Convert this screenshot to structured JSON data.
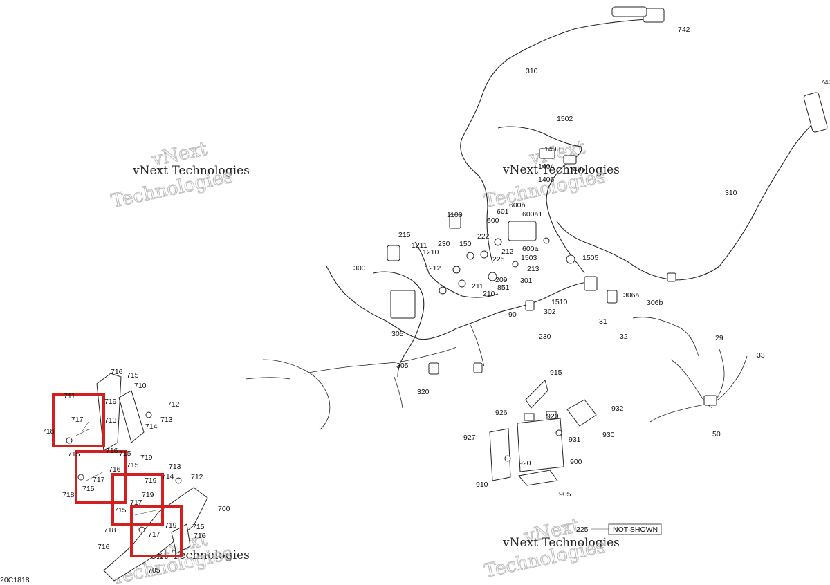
{
  "watermark": {
    "brand_line1": "vNext",
    "brand_line2": "Technologies",
    "brand_full": "vNext Technologies"
  },
  "diagram_code": "20C1818",
  "not_shown": {
    "part": "225",
    "label": "NOT SHOWN"
  },
  "labels": {
    "l742": "742",
    "l310a": "310",
    "l740": "740",
    "l310b": "310",
    "l1502": "1502",
    "l1403": "1403",
    "l1404": "1404",
    "l1405": "1405",
    "l1406": "1406",
    "l1100": "1100",
    "l600b": "600b",
    "l601": "601",
    "l600a1": "600a1",
    "l600": "600",
    "l215": "215",
    "l1211": "1211",
    "l1210": "1210",
    "l230a": "230",
    "l150": "150",
    "l222": "222",
    "l600a": "600a",
    "l212": "212",
    "l1503": "1503",
    "l225": "225",
    "l213": "213",
    "l1505": "1505",
    "l300": "300",
    "l1212": "1212",
    "l209": "209",
    "l301": "301",
    "l851": "851",
    "l211": "211",
    "l210": "210",
    "l306a": "306a",
    "l306b": "306b",
    "l1510": "1510",
    "l90": "90",
    "l302": "302",
    "l31": "31",
    "l32": "32",
    "l230b": "230",
    "l305a": "305",
    "l29": "29",
    "l33": "33",
    "l305b": "305",
    "l320": "320",
    "l50": "50",
    "l915": "915",
    "l926": "926",
    "l932": "932",
    "l920a": "920",
    "l927": "927",
    "l931": "931",
    "l930": "930",
    "l920b": "920",
    "l900": "900",
    "l910": "910",
    "l905": "905",
    "l716a": "716",
    "l715a": "715",
    "l711": "711",
    "l710": "710",
    "l719a": "719",
    "l712a": "712",
    "l717a": "717",
    "l713a": "713",
    "l714a": "714",
    "l718a": "718",
    "l719b": "719",
    "l715b": "715",
    "l716b": "716",
    "l715c": "715",
    "l715d": "715",
    "l716c": "716",
    "l717b": "717",
    "l718b": "718",
    "l715e": "715",
    "l713b": "713",
    "l712b": "712",
    "l714b": "714",
    "l713c": "713",
    "l719c": "719",
    "l700": "700",
    "l717c": "717",
    "l715f": "715",
    "l718c": "718",
    "l719d": "719",
    "l715g": "715",
    "l717d": "717",
    "l716d": "716",
    "l716e": "716",
    "l705": "705"
  },
  "highlight_color": "#d21f1f"
}
